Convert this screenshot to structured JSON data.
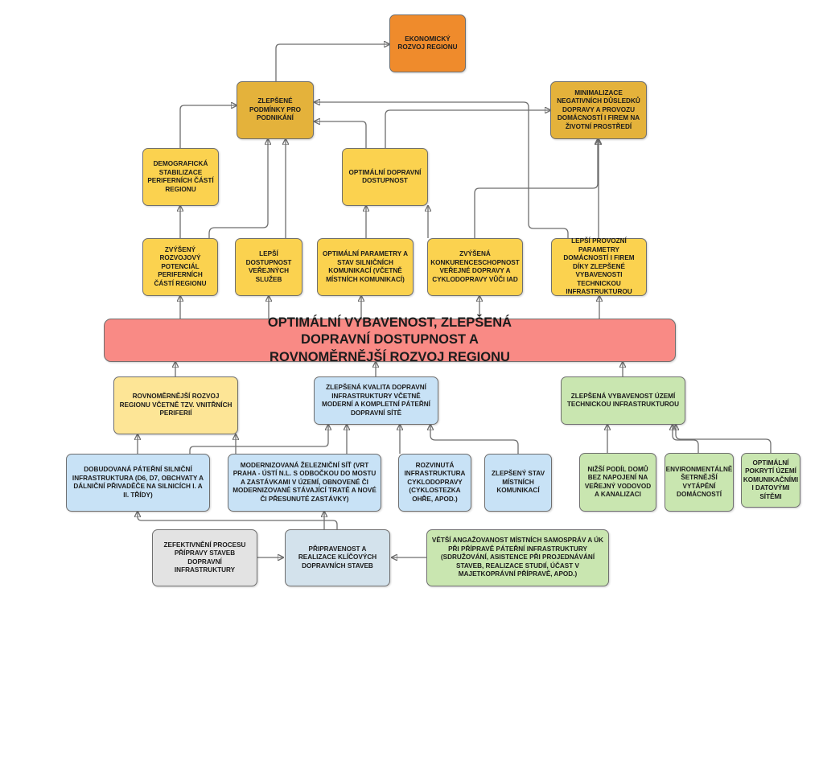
{
  "nodes": {
    "ekonomicky": "EKONOMICKÝ ROZVOJ REGIONU",
    "podminky": "ZLEPŠENÉ PODMÍNKY PRO PODNIKÁNÍ",
    "minimalizace": "MINIMALIZACE NEGATIVNÍCH DŮSLEDKŮ DOPRAVY A PROVOZU DOMÁCNOSTÍ I FIREM NA ŽIVOTNÍ PROSTŘEDÍ",
    "demograficka": "DEMOGRAFICKÁ STABILIZACE PERIFERNÍCH ČÁSTÍ REGIONU",
    "dostupnost": "OPTIMÁLNÍ DOPRAVNÍ DOSTUPNOST",
    "rozvojovy": "ZVÝŠENÝ ROZVOJOVÝ POTENCIÁL PERIFERNÍCH ČÁSTÍ REGIONU",
    "sluzby": "LEPŠÍ DOSTUPNOST VEŘEJNÝCH SLUŽEB",
    "parametry": "OPTIMÁLNÍ PARAMETRY A STAV SILNIČNÍCH KOMUNIKACÍ (VČETNĚ MÍSTNÍCH KOMUNIKACÍ)",
    "konkurenceschopnost": "ZVÝŠENÁ KONKURENCESCHOPNOST VEŘEJNÉ DOPRAVY A CYKLODOPRAVY VŮČI IAD",
    "provozni": "LEPŠÍ PROVOZNÍ PARAMETRY DOMÁCNOSTÍ I FIREM DÍKY ZLEPŠENÉ VYBAVENOSTI TECHNICKOU INFRASTRUKTUROU",
    "main": "OPTIMÁLNÍ VYBAVENOST, ZLEPŠENÁ DOPRAVNÍ DOSTUPNOST A ROVNOMĚRNĚJŠÍ ROZVOJ REGIONU",
    "rovnomernejsi": "ROVNOMĚRNĚJŠÍ ROZVOJ REGIONU VČETNĚ TZV. VNITŘNÍCH PERIFERIÍ",
    "kvalita": "ZLEPŠENÁ KVALITA DOPRAVNÍ INFRASTRUKTURY VČETNĚ MODERNÍ A KOMPLETNÍ PÁTEŘNÍ DOPRAVNÍ SÍTĚ",
    "vybavenost": "ZLEPŠENÁ VYBAVENOST ÚZEMÍ TECHNICKOU INFRASTRUKTUROU",
    "dobudovana": "DOBUDOVANÁ PÁTEŘNÍ SILNIČNÍ INFRASTRUKTURA  (D6, D7, OBCHVATY A DÁLNIČNÍ PŘIVADĚČE NA SILNICÍCH I. A II. TŘÍDY)",
    "zeleznicni": "MODERNIZOVANÁ ŽELEZNIČNÍ SÍŤ (VRT PRAHA - ÚSTÍ N.L. S ODBOČKOU DO MOSTU A ZASTÁVKAMI V ÚZEMÍ, OBNOVENÉ ČI MODERNIZOVANÉ STÁVAJÍCÍ TRATĚ A NOVÉ ČI PŘESUNUTÉ ZASTÁVKY)",
    "cyklodoprava": "ROZVINUTÁ INFRASTRUKTURA CYKLODOPRAVY (CYKLOSTEZKA OHŘE, APOD.)",
    "mistni": "ZLEPŠENÝ STAV MÍSTNÍCH KOMUNIKACÍ",
    "domy": "NIŽŠÍ PODÍL DOMŮ BEZ NAPOJENÍ NA VEŘEJNÝ VODOVOD A KANALIZACI",
    "vytapeni": "ENVIRONMENTÁLNĚ ŠETRNĚJŠÍ VYTÁPĚNÍ DOMÁCNOSTÍ",
    "pokryti": "OPTIMÁLNÍ POKRYTÍ ÚZEMÍ KOMUNIKAČNÍMI I DATOVÝMI SÍTĚMI",
    "zefektivneni": "ZEFEKTIVNĚNÍ PROCESU PŘÍPRAVY STAVEB DOPRAVNÍ INFRASTRUKTURY",
    "pripravenost": "PŘIPRAVENOST A REALIZACE KLÍČOVÝCH DOPRAVNÍCH STAVEB",
    "angazovanost": "VĚTŠÍ ANGAŽOVANOST  MÍSTNÍCH SAMOSPRÁV A ÚK PŘI PŘÍPRAVĚ PÁTEŘNÍ INFRASTRUKTURY (SDRUŽOVÁNÍ, ASISTENCE PŘI PROJEDNÁVÁNÍ STAVEB, REALIZACE STUDIÍ, ÚČAST V MAJETKOPRÁVNÍ PŘÍPRAVĚ, APOD.)"
  },
  "colors": {
    "orange": "#ef8b2c",
    "gold": "#e4b23b",
    "yellow": "#fbd24f",
    "light_yellow": "#fde596",
    "red": "#f98a85",
    "blue": "#c8e2f6",
    "green": "#c9e6b0",
    "gray": "#e3e3e3",
    "connector": "#6e6e6e"
  },
  "connections": [
    [
      "podminky",
      "ekonomicky"
    ],
    [
      "demograficka",
      "podminky"
    ],
    [
      "rozvojovy",
      "demograficka"
    ],
    [
      "rozvojovy",
      "podminky"
    ],
    [
      "sluzby",
      "podminky"
    ],
    [
      "dostupnost",
      "podminky"
    ],
    [
      "dostupnost",
      "minimalizace"
    ],
    [
      "konkurenceschopnost",
      "minimalizace"
    ],
    [
      "provozni",
      "minimalizace"
    ],
    [
      "provozni",
      "podminky"
    ],
    [
      "parametry",
      "dostupnost"
    ],
    [
      "konkurenceschopnost",
      "dostupnost"
    ],
    [
      "main",
      "rozvojovy"
    ],
    [
      "main",
      "sluzby"
    ],
    [
      "main",
      "parametry"
    ],
    [
      "main",
      "konkurenceschopnost"
    ],
    [
      "main",
      "provozni"
    ],
    [
      "rovnomernejsi",
      "main"
    ],
    [
      "vybavenost",
      "main"
    ],
    [
      "dobudovana",
      "rovnomernejsi"
    ],
    [
      "zeleznicni",
      "rovnomernejsi"
    ],
    [
      "dobudovana",
      "kvalita"
    ],
    [
      "zeleznicni",
      "kvalita"
    ],
    [
      "cyklodoprava",
      "kvalita"
    ],
    [
      "mistni",
      "kvalita"
    ],
    [
      "domy",
      "vybavenost"
    ],
    [
      "vytapeni",
      "vybavenost"
    ],
    [
      "pokryti",
      "vybavenost"
    ],
    [
      "zefektivneni",
      "pripravenost"
    ],
    [
      "angazovanost",
      "pripravenost"
    ],
    [
      "pripravenost",
      "dobudovana"
    ],
    [
      "pripravenost",
      "zeleznicni"
    ]
  ]
}
